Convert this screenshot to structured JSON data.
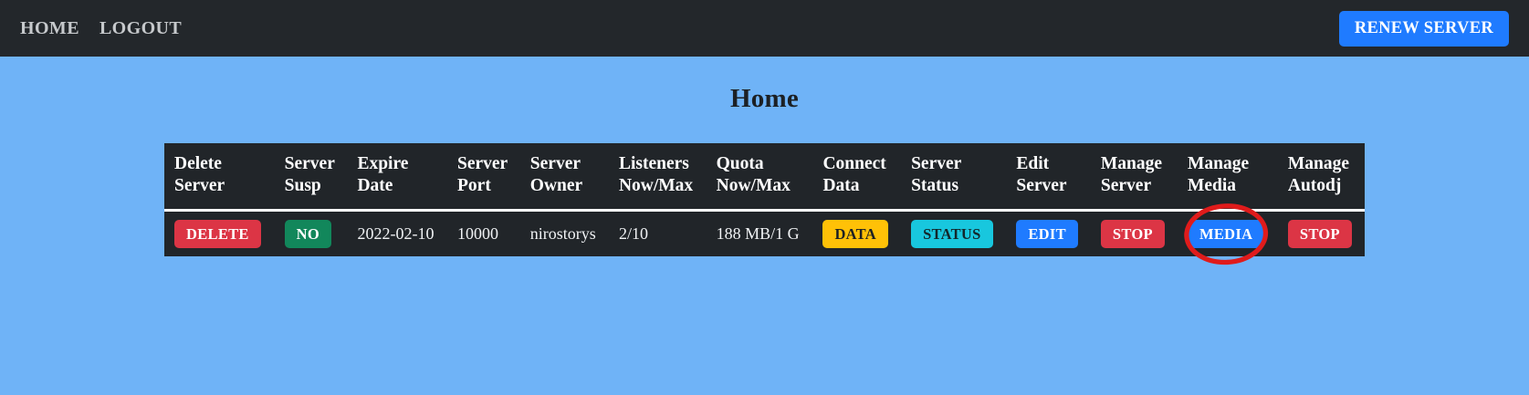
{
  "theme": {
    "page_background": "#6fb3f7",
    "navbar_background": "#23272b",
    "table_background": "#212529",
    "accent_blue": "#1f7bff",
    "danger_red": "#dc3545",
    "success_green": "#12875b",
    "warning_yellow": "#ffc107",
    "info_cyan": "#18c7de",
    "annotation_red": "#e01b1b"
  },
  "navbar": {
    "links": [
      {
        "label": "HOME",
        "name": "nav-link-home"
      },
      {
        "label": "LOGOUT",
        "name": "nav-link-logout"
      }
    ],
    "renew_button_label": "RENEW SERVER"
  },
  "page": {
    "title": "Home"
  },
  "table": {
    "headers": [
      "Delete\nServer",
      "Server\nSusp",
      "Expire\nDate",
      "Server\nPort",
      "Server\nOwner",
      "Listeners\nNow/Max",
      "Quota\nNow/Max",
      "Connect\nData",
      "Server\nStatus",
      "Edit\nServer",
      "Manage\nServer",
      "Manage\nMedia",
      "Manage\nAutodj"
    ],
    "rows": [
      {
        "delete_server": "DELETE",
        "server_susp": "NO",
        "expire_date": "2022-02-10",
        "server_port": "10000",
        "server_owner": "nirostorys",
        "listeners_now_max": "2/10",
        "quota_now_max": "188 MB/1 G",
        "connect_data": "DATA",
        "server_status": "STATUS",
        "edit_server": "EDIT",
        "manage_server": "STOP",
        "manage_media": "MEDIA",
        "manage_autodj": "STOP"
      }
    ]
  },
  "annotation": {
    "target": "manage-media-button",
    "shape": "ellipse",
    "color": "#e01b1b"
  }
}
